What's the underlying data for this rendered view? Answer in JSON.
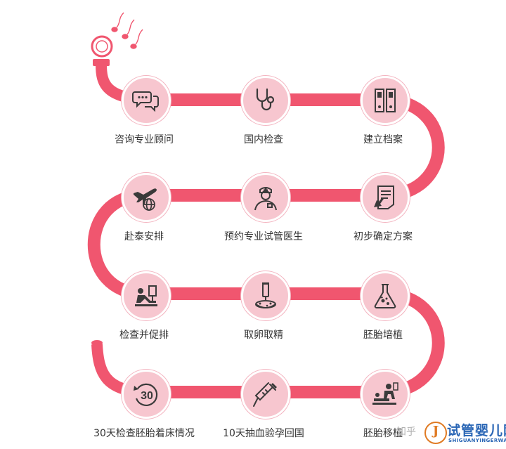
{
  "steps": [
    {
      "label": "咨询专业顾问",
      "icon": "speech-bubbles-icon"
    },
    {
      "label": "国内检查",
      "icon": "stethoscope-icon"
    },
    {
      "label": "建立档案",
      "icon": "binders-icon"
    },
    {
      "label": "赴泰安排",
      "icon": "airplane-globe-icon"
    },
    {
      "label": "预约专业试管医生",
      "icon": "doctor-icon"
    },
    {
      "label": "初步确定方案",
      "icon": "document-sign-icon"
    },
    {
      "label": "检查并促排",
      "icon": "examination-icon"
    },
    {
      "label": "取卵取精",
      "icon": "syringe-dish-icon"
    },
    {
      "label": "胚胎培植",
      "icon": "flask-icon"
    },
    {
      "label": "30天检查胚胎着床情况",
      "icon": "thirty-days-icon"
    },
    {
      "label": "10天抽血验孕回国",
      "icon": "syringe-icon"
    },
    {
      "label": "胚胎移植",
      "icon": "transfer-icon"
    }
  ],
  "thirty_text": "30",
  "watermark": {
    "zhihu": "知乎",
    "logo_letter": "J",
    "site_name": "试管婴儿网",
    "site_pinyin": "SHIGUANYINGERWANG"
  },
  "colors": {
    "road": "#f0566f",
    "circle_fill": "#f7c6cf",
    "icon_stroke": "#3a3a3a",
    "label_text": "#333333",
    "watermark_blue": "#2a66b5"
  }
}
